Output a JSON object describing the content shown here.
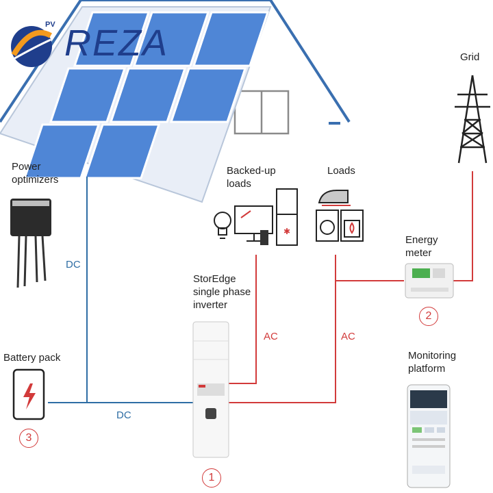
{
  "logo": {
    "text": "REZA",
    "superscript": "PV"
  },
  "labels": {
    "grid": "Grid",
    "power_optimizers": "Power\noptimizers",
    "backed_up_loads": "Backed-up\nloads",
    "loads": "Loads",
    "energy_meter": "Energy\nmeter",
    "inverter": "StorEdge\nsingle phase\ninverter",
    "battery_pack": "Battery pack",
    "monitoring_platform": "Monitoring\nplatform"
  },
  "wire_labels": {
    "dc_left": "DC",
    "dc_bottom": "DC",
    "ac_left": "AC",
    "ac_right": "AC"
  },
  "numbers": {
    "inverter": "1",
    "meter": "2",
    "battery": "3"
  },
  "colors": {
    "dc_line": "#2e6da4",
    "ac_line": "#d23a3a",
    "panel": "#4f86d6",
    "house_outline": "#3a6fb0"
  }
}
